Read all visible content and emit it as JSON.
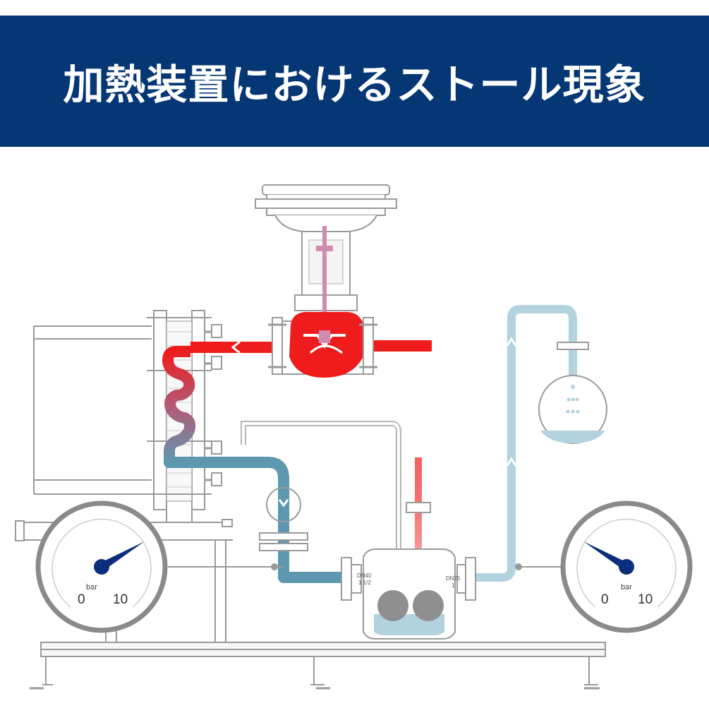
{
  "header": {
    "title": "加熱装置におけるストール現象"
  },
  "colors": {
    "banner": "#053774",
    "steam": "#ee1c1c",
    "condensate": "#5e98b0",
    "condensate_light": "#b3d2df",
    "needle": "#0b2e7a",
    "equipment_line": "#9a9a9a",
    "gauge_rim": "#8a8a8a"
  },
  "gauges": {
    "left": {
      "unit": "bar",
      "min_label": "0",
      "max_label": "10",
      "reading_fraction": 0.72
    },
    "right": {
      "unit": "bar",
      "min_label": "0",
      "max_label": "10",
      "reading_fraction": 0.28
    }
  },
  "trap": {
    "inlet_label_1": "DN40",
    "inlet_label_2": "1 1/2",
    "outlet_label_1": "DN25",
    "outlet_label_2": "1"
  }
}
